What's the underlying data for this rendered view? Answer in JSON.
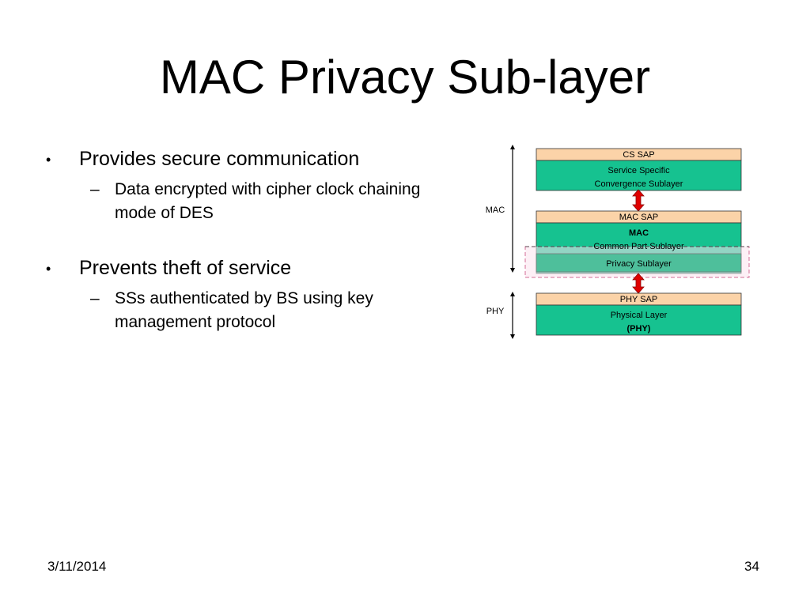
{
  "slide": {
    "title": "MAC Privacy Sub-layer",
    "bullets": [
      {
        "text": "Provides secure communication",
        "sub": "Data encrypted with cipher clock chaining mode of DES"
      },
      {
        "text": "Prevents theft of service",
        "sub": "SSs authenticated by BS using key management protocol"
      }
    ],
    "bullet_glyph": "•",
    "sub_glyph": "–",
    "date": "3/11/2014",
    "page_number": "34"
  },
  "diagram": {
    "side_labels": {
      "mac": "MAC",
      "phy": "PHY"
    },
    "cs_sap": "CS SAP",
    "cs_line1": "Service Specific",
    "cs_line2": "Convergence Sublayer",
    "mac_sap": "MAC SAP",
    "mac_title": "MAC",
    "mac_sub": "Common Part Sublayer",
    "privacy": "Privacy Sublayer",
    "phy_sap": "PHY SAP",
    "phy_line1": "Physical Layer",
    "phy_line2": "(PHY)",
    "colors": {
      "sap": "#fbd3a8",
      "layer": "#16c290",
      "privacy": "#4ebf9b",
      "arrow": "#e00000",
      "highlight_border": "#d36b96",
      "highlight_fill": "#fbe4ee"
    }
  }
}
